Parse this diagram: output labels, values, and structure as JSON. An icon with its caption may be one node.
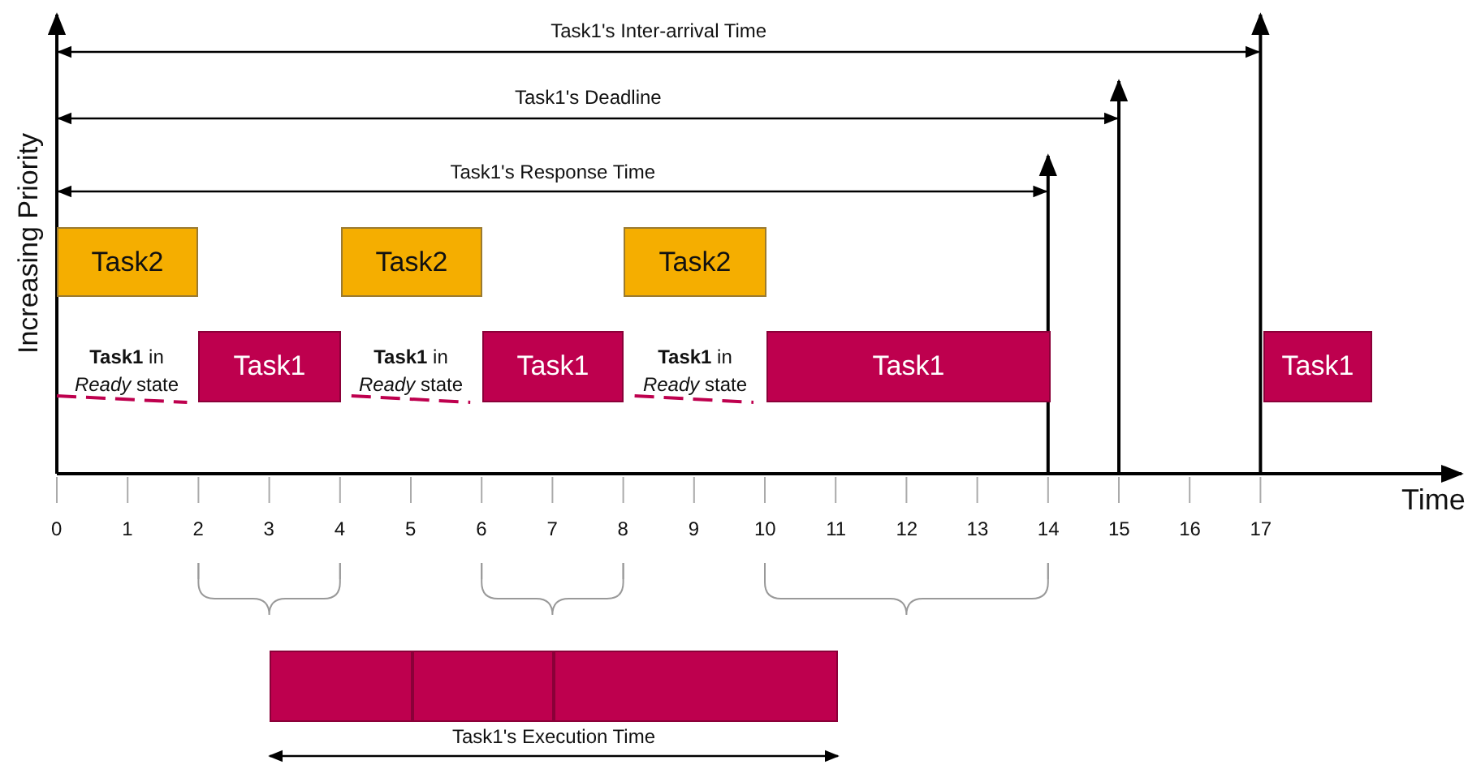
{
  "diagram": {
    "nodes": [
      {
        "text": [
          "Task2"
        ]
      },
      {
        "text": [
          "Task2"
        ]
      },
      {
        "text": [
          "Task2"
        ]
      },
      {
        "text": [
          "Task1"
        ]
      },
      {
        "text": [
          "Task1"
        ]
      },
      {
        "text": [
          "Task1"
        ]
      },
      {
        "text": [
          "Task1"
        ]
      },
      {
        "text": [],
        "shape": "box"
      },
      {
        "text": [],
        "shape": "box"
      },
      {
        "text": [],
        "shape": "box"
      }
    ],
    "labels": [
      "Task1's Inter-arrival Time",
      "Task1's Deadline",
      "Task1's Response Time",
      "Increasing Priority",
      "**Task1** in *Ready* state",
      "**Task1** in *Ready* state",
      "**Task1** in *Ready* state",
      "Time",
      "0",
      "1",
      "2",
      "3",
      "4",
      "5",
      "6",
      "7",
      "8",
      "9",
      "10",
      "11",
      "12",
      "13",
      "14",
      "15",
      "16",
      "17",
      "Task1's Execution Time"
    ]
  }
}
